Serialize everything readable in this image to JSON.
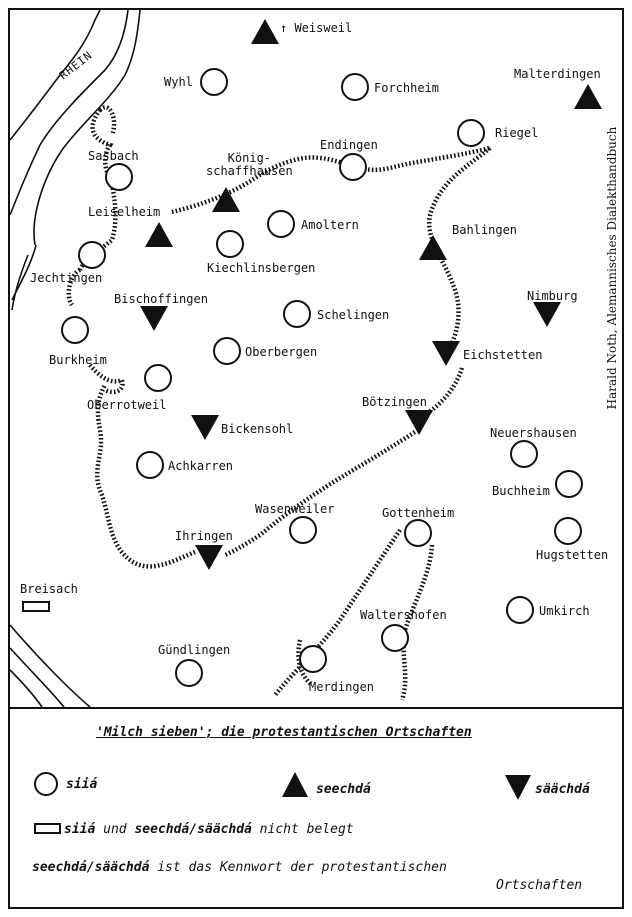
{
  "river_label": "RHEIN",
  "side_credit": "Harald Noth, Alemannisches Dialekthandbuch",
  "places": [
    {
      "name": "Weisweil",
      "symbol": "triangle-up",
      "prefix": "↑"
    },
    {
      "name": "Wyhl",
      "symbol": "circle"
    },
    {
      "name": "Forchheim",
      "symbol": "circle"
    },
    {
      "name": "Malterdingen",
      "symbol": "triangle-up"
    },
    {
      "name": "Riegel",
      "symbol": "circle"
    },
    {
      "name": "Endingen",
      "symbol": "circle"
    },
    {
      "name": "Sasbach",
      "symbol": "circle"
    },
    {
      "name": "König-\nschaffhausen",
      "symbol": "triangle-up"
    },
    {
      "name": "Leiselheim",
      "symbol": "triangle-up"
    },
    {
      "name": "Amoltern",
      "symbol": "circle"
    },
    {
      "name": "Kiechlinsbergen",
      "symbol": "circle"
    },
    {
      "name": "Bahlingen",
      "symbol": "triangle-up"
    },
    {
      "name": "Jechtingen",
      "symbol": "circle"
    },
    {
      "name": "Bischoffingen",
      "symbol": "triangle-down"
    },
    {
      "name": "Nimburg",
      "symbol": "triangle-down"
    },
    {
      "name": "Schelingen",
      "symbol": "circle"
    },
    {
      "name": "Burkheim",
      "symbol": "circle"
    },
    {
      "name": "Oberbergen",
      "symbol": "circle"
    },
    {
      "name": "Eichstetten",
      "symbol": "triangle-down"
    },
    {
      "name": "Oberrotweil",
      "symbol": "circle"
    },
    {
      "name": "Bötzingen",
      "symbol": "triangle-down"
    },
    {
      "name": "Bickensohl",
      "symbol": "triangle-down"
    },
    {
      "name": "Neuershausen",
      "symbol": "circle"
    },
    {
      "name": "Achkarren",
      "symbol": "circle"
    },
    {
      "name": "Buchheim",
      "symbol": "circle"
    },
    {
      "name": "Wasenweiler",
      "symbol": "circle"
    },
    {
      "name": "Gottenheim",
      "symbol": "circle"
    },
    {
      "name": "Hugstetten",
      "symbol": "circle"
    },
    {
      "name": "Ihringen",
      "symbol": "triangle-down"
    },
    {
      "name": "Breisach",
      "symbol": "rect"
    },
    {
      "name": "Umkirch",
      "symbol": "circle"
    },
    {
      "name": "Waltershofen",
      "symbol": "circle"
    },
    {
      "name": "Gündlingen",
      "symbol": "circle"
    },
    {
      "name": "Merdingen",
      "symbol": "circle"
    }
  ],
  "legend": {
    "title": "'Milch sieben'; die protestantischen Ortschaften",
    "circle_label": "siiá",
    "up_label": "seechdá",
    "down_label": "säächdá",
    "rect_a": "siiá",
    "rect_und": " und ",
    "rect_b": "seechdá/säächdá",
    "rect_rest": " nicht belegt",
    "note_bold": "seechdá/säächdá",
    "note_rest": " ist das Kennwort der protestantischen",
    "note_line2": "Ortschaften"
  }
}
